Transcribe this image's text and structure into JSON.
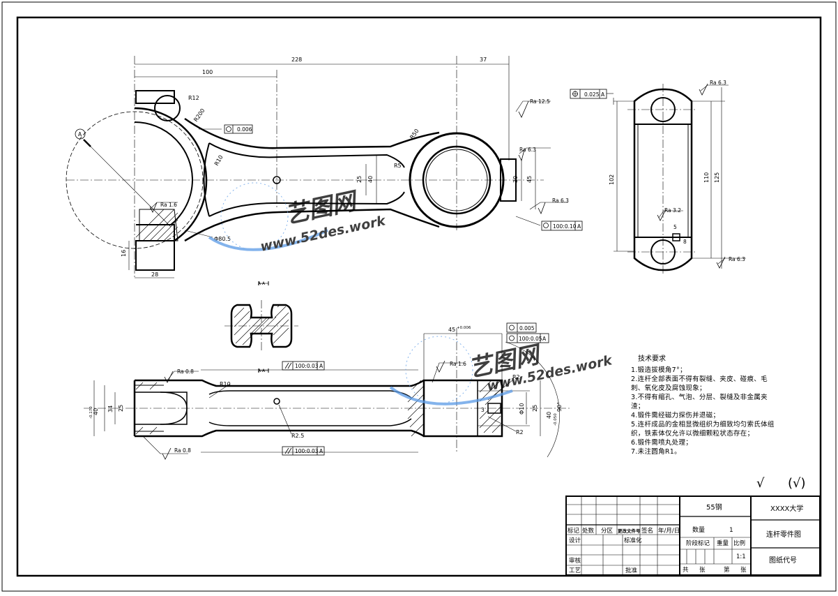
{
  "drawing": {
    "dims_top": {
      "d228": "228",
      "d100": "100",
      "d37": "37",
      "r12": "R12",
      "r200": "R200",
      "r10": "R10",
      "r50": "R50",
      "r5": "R5",
      "d25": "25",
      "d40": "40",
      "d30": "30",
      "d45": "45",
      "phi": "Φ80.5",
      "d16": "16",
      "d28": "28",
      "ra16": "Ra 1.6",
      "ra125": "Ra 12.5",
      "ra63a": "Ra 6.3",
      "ra63b": "Ra 6.3",
      "tol_flat": "0.006",
      "tol_perp": "100:0.10",
      "datum": "A"
    },
    "dims_side": {
      "ra63top": "Ra 6.3",
      "ra63bot": "Ra 6.3",
      "ra32": "Ra 3.2",
      "tol_par": "0.025",
      "datum": "A",
      "d102": "102",
      "d110": "110",
      "d125": "125",
      "d5": "5",
      "d8": "8"
    },
    "dims_bottom": {
      "ra08a": "Ra 0.8",
      "ra08b": "Ra 0.8",
      "ra16": "Ra 1.6",
      "r10": "R10",
      "r25": "R2.5",
      "r2a": "R2",
      "r2b": "R2",
      "d34": "34",
      "d25a": "25",
      "d40a": "40",
      "d40tol": "-0.170",
      "d25b": "25",
      "d40b": "40",
      "d40btol": "-0.050",
      "phi10": "Φ10",
      "d90": "90°",
      "d45": "45",
      "d45tol": "+0.006",
      "d3": "3",
      "tol1": "100:0.03",
      "tol2": "100:0.03",
      "tol3": "0.005",
      "tol4": "100:0.05",
      "datum": "A"
    },
    "section_mark": "A-A",
    "datum_circle": "A"
  },
  "requirements": {
    "title": "技术要求",
    "items": [
      "1.锻造拔模角7°；",
      "2.连杆全部表面不得有裂缝、夹皮、碰痕、毛",
      "刺、氧化皮及腐蚀现象；",
      "3.不得有缩孔、气泡、分层、裂缝及非金属夹",
      "渣；",
      "4.锻件需经磁力探伤并退磁；",
      "5.连杆成品的金相显微组织为细致均匀索氏体组",
      "织，铁素体仅允许以微细颗粒状态存在；",
      "6.锻件需喷丸处理；",
      "7.未注圆角R1。"
    ]
  },
  "roughness_symbol": "√",
  "roughness_paren": "(√)",
  "title_block": {
    "material": "55钢",
    "university": "XXXX大学",
    "part_name": "连杆零件图",
    "drawing_no": "图纸代号",
    "qty_label": "数量",
    "qty": "1",
    "stage_label": "阶段标记",
    "weight_label": "重量",
    "scale_label": "比例",
    "scale": "1:1",
    "mark": "标记",
    "count": "处数",
    "zone": "分区",
    "change_doc": "更改文件号",
    "sign": "签名",
    "date": "年/月/日",
    "design": "设计",
    "standard": "标准化",
    "review": "审核",
    "process": "工艺",
    "approve": "批准",
    "total": "共",
    "sheets": "张",
    "no": "第",
    "sheet2": "张"
  },
  "watermark": {
    "brand": "艺图网",
    "url": "www.52des.work"
  },
  "colors": {
    "line": "#000000",
    "watermark": "#5a9ae6"
  }
}
